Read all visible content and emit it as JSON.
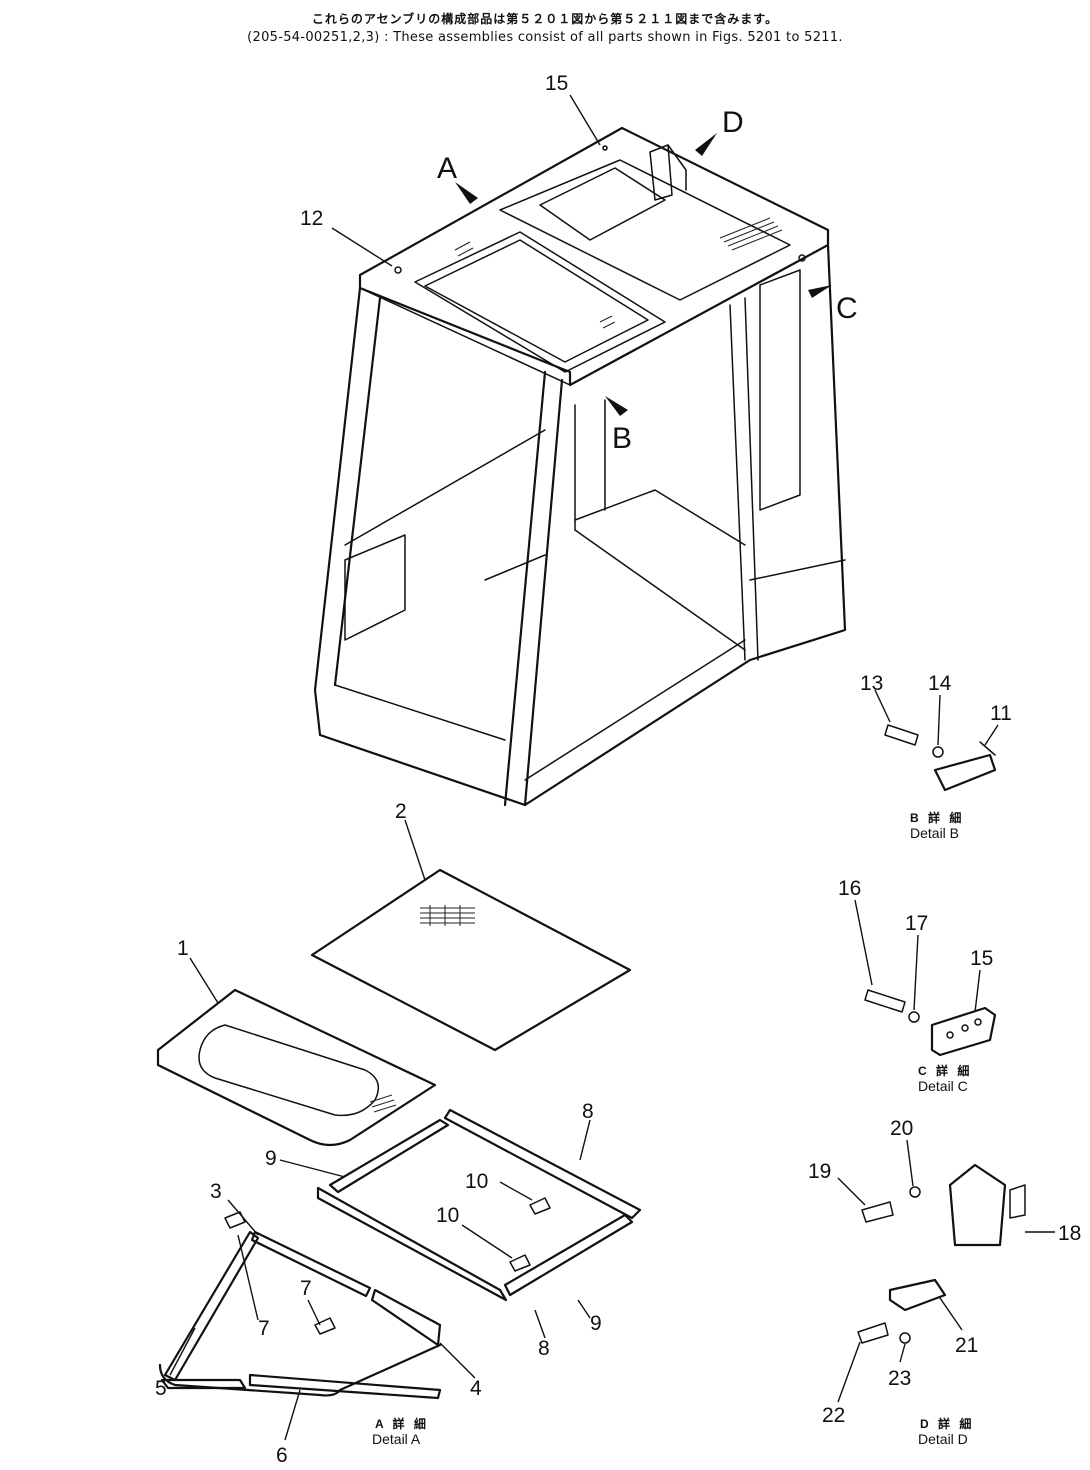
{
  "header": {
    "japanese": "これらのアセンブリの構成部品は第５２０１図から第５２１１図まで含みます。",
    "english": "(205-54-00251,2,3) : These assemblies consist of all parts shown in Figs. 5201 to 5211."
  },
  "view_letters": [
    "A",
    "B",
    "C",
    "D"
  ],
  "part_numbers": {
    "p1": "1",
    "p2": "2",
    "p3": "3",
    "p4": "4",
    "p5": "5",
    "p6": "6",
    "p7a": "7",
    "p7b": "7",
    "p8a": "8",
    "p8b": "8",
    "p9a": "9",
    "p9b": "9",
    "p10a": "10",
    "p10b": "10",
    "p11": "11",
    "p12": "12",
    "p13": "13",
    "p14": "14",
    "p15a": "15",
    "p15b": "15",
    "p16": "16",
    "p17": "17",
    "p18": "18",
    "p19": "19",
    "p20": "20",
    "p21": "21",
    "p22": "22",
    "p23": "23"
  },
  "details": {
    "a": {
      "jp": "A 詳 細",
      "en": "Detail A"
    },
    "b": {
      "jp": "B 詳 細",
      "en": "Detail B"
    },
    "c": {
      "jp": "C 詳 細",
      "en": "Detail C"
    },
    "d": {
      "jp": "D 詳 細",
      "en": "Detail D"
    }
  }
}
